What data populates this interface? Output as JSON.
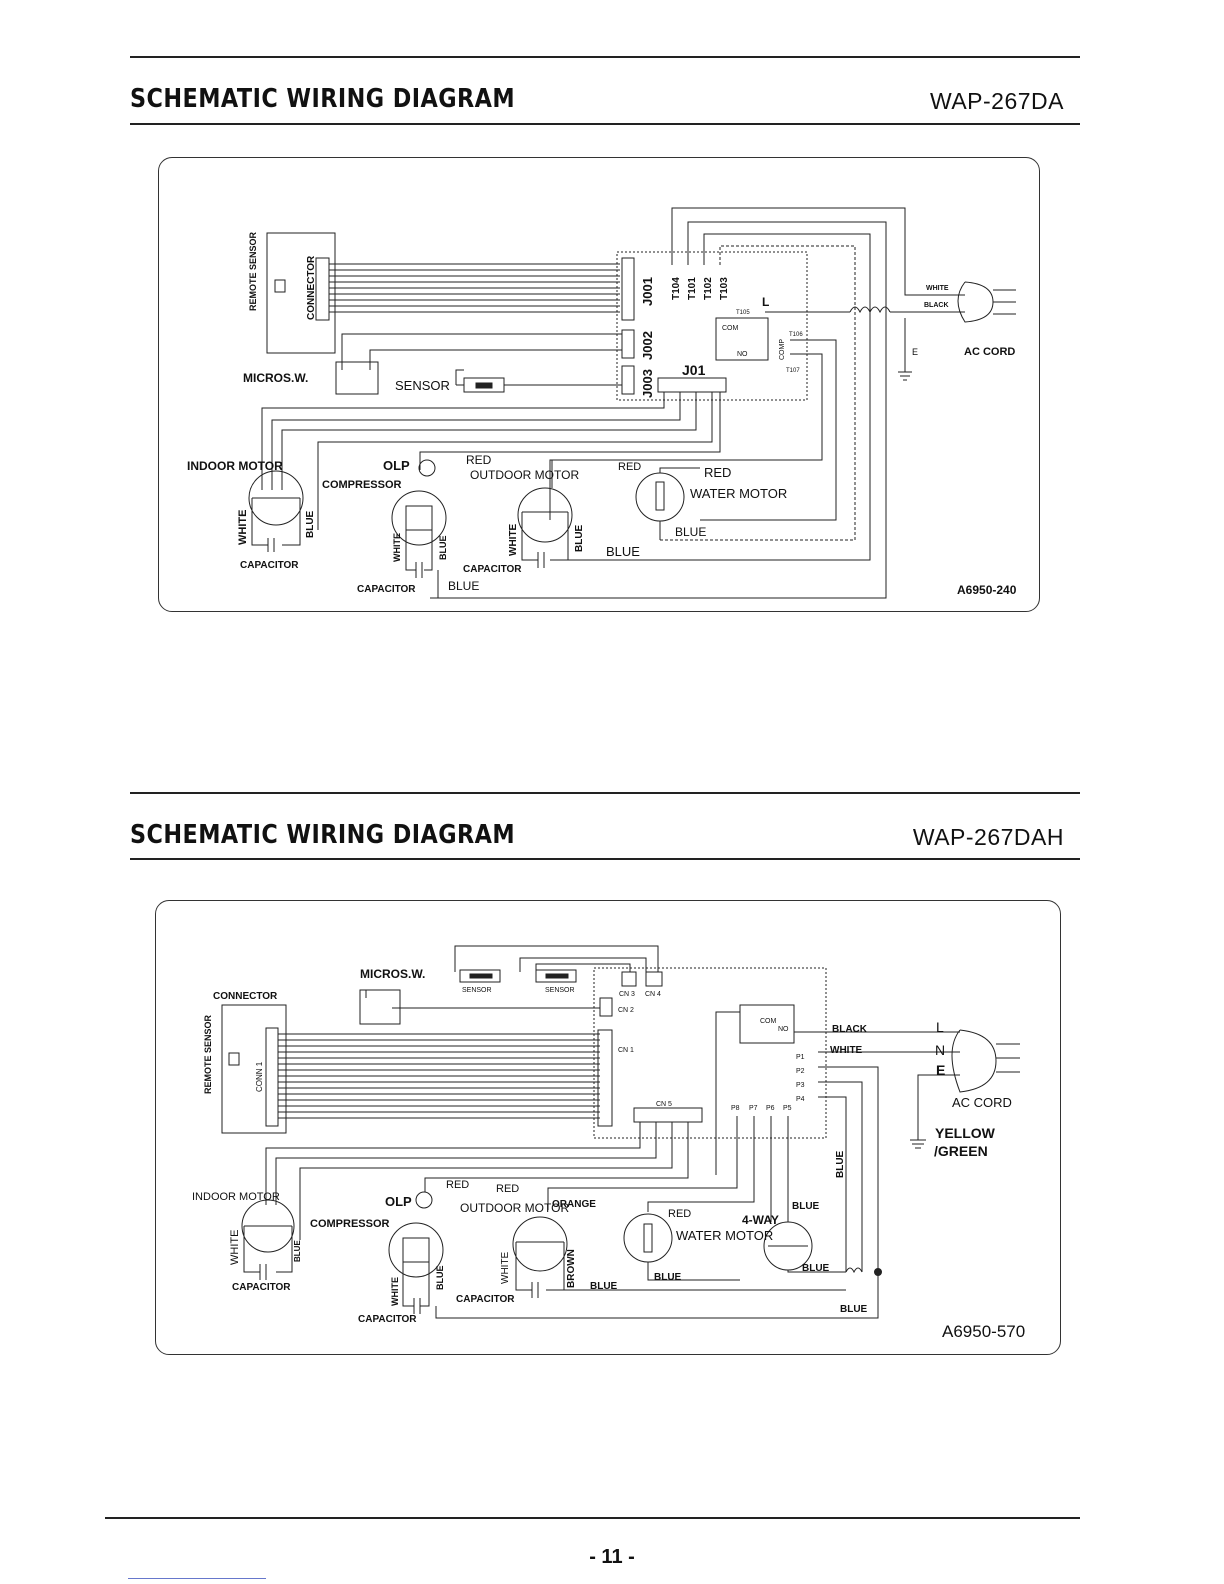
{
  "page_number": "- 11 -",
  "diagram1": {
    "title": "SCHEMATIC WIRING DIAGRAM",
    "model": "WAP-267DA",
    "drawing_no": "A6950-240",
    "labels": {
      "remote_sensor": "REMOTE SENSOR",
      "connector": "CONNECTOR",
      "micro_switch": "MICROS.W.",
      "sensor": "SENSOR",
      "j001": "J001",
      "j002": "J002",
      "j003": "J003",
      "j01": "J01",
      "t104": "T104",
      "t101": "T101",
      "t102": "T102",
      "t103": "T103",
      "t105": "T105",
      "l": "L",
      "com": "COM",
      "no": "NO",
      "comp": "COMP",
      "t106": "T106",
      "t107": "T107",
      "white_cord": "WHITE",
      "black_cord": "BLACK",
      "e": "E",
      "ac_cord": "AC CORD",
      "indoor_motor": "INDOOR MOTOR",
      "olp": "OLP",
      "compressor": "COMPRESSOR",
      "red1": "RED",
      "outdoor_motor": "OUTDOOR MOTOR",
      "red2": "RED",
      "red3": "RED",
      "water_motor": "WATER MOTOR",
      "blue_water": "BLUE",
      "white_indoor": "WHITE",
      "blue_indoor": "BLUE",
      "capacitor_indoor": "CAPACITOR",
      "white_comp": "WHITE",
      "blue_comp": "BLUE",
      "capacitor_comp": "CAPACITOR",
      "blue_bottom": "BLUE",
      "white_outdoor": "WHITE",
      "blue_outdoor": "BLUE",
      "capacitor_outdoor": "CAPACITOR",
      "blue_outdoor_line": "BLUE"
    }
  },
  "diagram2": {
    "title": "SCHEMATIC WIRING DIAGRAM",
    "model": "WAP-267DAH",
    "drawing_no": "A6950-570",
    "labels": {
      "micro_switch": "MICROS.W.",
      "sensor1": "SENSOR",
      "sensor2": "SENSOR",
      "cn3": "CN 3",
      "cn4": "CN 4",
      "cn2": "CN 2",
      "cn1": "CN 1",
      "cn5": "CN 5",
      "connector": "CONNECTOR",
      "remote_sensor": "REMOTE SENSOR",
      "conn1": "CONN 1",
      "com": "COM",
      "no": "NO",
      "p1": "P1",
      "p2": "P2",
      "p3": "P3",
      "p4": "P4",
      "p8": "P8",
      "p7": "P7",
      "p6": "P6",
      "p5": "P5",
      "black": "BLACK",
      "white": "WHITE",
      "l": "L",
      "n": "N",
      "e": "E",
      "ac_cord": "AC CORD",
      "yellow": "YELLOW",
      "green": "/GREEN",
      "indoor_motor": "INDOOR MOTOR",
      "olp": "OLP",
      "compressor": "COMPRESSOR",
      "red1": "RED",
      "red2": "RED",
      "outdoor_motor": "OUTDOOR MOTOR",
      "orange": "ORANGE",
      "red3": "RED",
      "water_motor": "WATER MOTOR",
      "four_way": "4-WAY",
      "blue_4way": "BLUE",
      "blue_vertical": "BLUE",
      "white_indoor": "WHITE",
      "blue_indoor": "BLUE",
      "capacitor_indoor": "CAPACITOR",
      "white_comp": "WHITE",
      "blue_comp": "BLUE",
      "capacitor_comp": "CAPACITOR",
      "white_outdoor": "WHITE",
      "brown": "BROWN",
      "capacitor_outdoor": "CAPACITOR",
      "blue_outdoor": "BLUE",
      "blue_water": "BLUE",
      "blue_4way_bottom": "BLUE",
      "blue_bottom": "BLUE"
    }
  }
}
